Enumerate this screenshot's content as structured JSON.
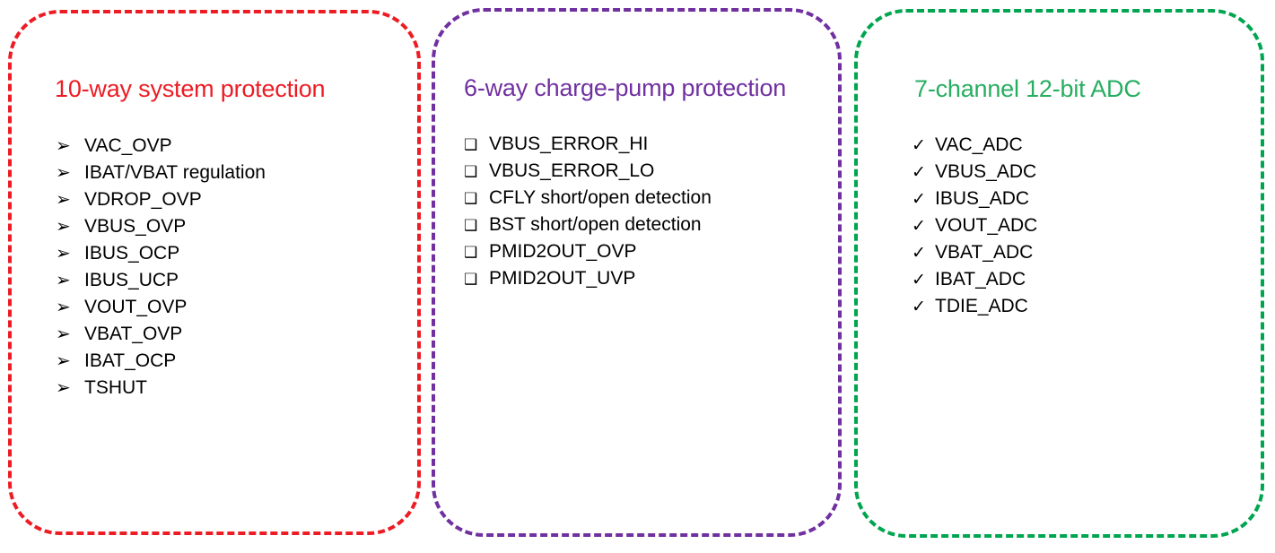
{
  "slide": {
    "background_color": "#FFFFFF",
    "panels": [
      {
        "id": "system-protection",
        "heading": "10-way system protection",
        "heading_color": "#ED1C24",
        "border_color": "#ED1C24",
        "bullet_icon": "arrowhead-bullet-icon",
        "bullet_glyph": "➢",
        "items": [
          "VAC_OVP",
          "IBAT/VBAT regulation",
          "VDROP_OVP",
          "VBUS_OVP",
          "IBUS_OCP",
          "IBUS_UCP",
          "VOUT_OVP",
          "VBAT_OVP",
          "IBAT_OCP",
          "TSHUT"
        ]
      },
      {
        "id": "charge-pump-protection",
        "heading": "6-way charge-pump protection",
        "heading_color": "#7030A0",
        "border_color": "#7030A0",
        "bullet_icon": "hollow-square-bullet-icon",
        "bullet_glyph": "❑",
        "items": [
          "VBUS_ERROR_HI",
          "VBUS_ERROR_LO",
          "CFLY short/open detection",
          "BST short/open detection",
          "PMID2OUT_OVP",
          "PMID2OUT_UVP"
        ]
      },
      {
        "id": "adc",
        "heading": "7-channel 12-bit ADC",
        "heading_color": "#27AE60",
        "border_color": "#00A550",
        "bullet_icon": "checkmark-bullet-icon",
        "bullet_glyph": "✓",
        "items": [
          "VAC_ADC",
          "VBUS_ADC",
          "IBUS_ADC",
          "VOUT_ADC",
          "VBAT_ADC",
          "IBAT_ADC",
          "TDIE_ADC"
        ]
      }
    ]
  }
}
